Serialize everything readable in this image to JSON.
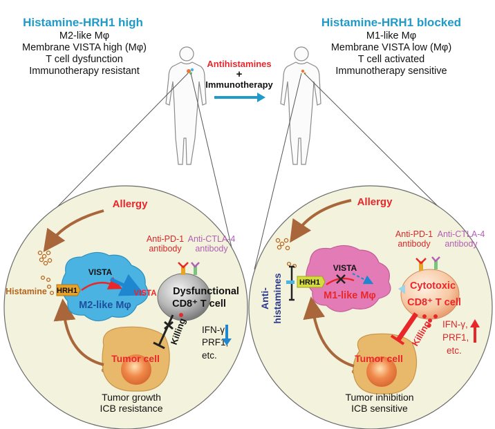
{
  "left_header": {
    "title": "Histamine-HRH1 high",
    "lines": [
      "M2-like Mφ",
      "Membrane VISTA high (Mφ)",
      "T cell dysfunction",
      "Immunotherapy resistant"
    ]
  },
  "right_header": {
    "title": "Histamine-HRH1 blocked",
    "lines": [
      "M1-like Mφ",
      "Membrane VISTA low (Mφ)",
      "T cell activated",
      "Immunotherapy sensitive"
    ]
  },
  "center": {
    "antihistamines": "Antihistamines",
    "plus": "+",
    "immunotherapy": "Immunotherapy"
  },
  "left_panel": {
    "allergy": "Allergy",
    "histamine": "Histamine",
    "hrh1": "HRH1",
    "vista_top": "VISTA",
    "vista_side": "VISTA",
    "macrophage": "M2-like Mφ",
    "anti_pd1": [
      "Anti-PD-1",
      "antibody"
    ],
    "anti_ctla4": [
      "Anti-CTLA-4",
      "antibody"
    ],
    "tcell": [
      "Dysfunctional",
      "CD8⁺ T cell"
    ],
    "killing": "Killing",
    "cytokines": [
      "IFN-γ,",
      "PRF1,",
      "etc."
    ],
    "tumor": "Tumor cell",
    "footer": [
      "Tumor growth",
      "ICB resistance"
    ]
  },
  "right_panel": {
    "allergy": "Allergy",
    "antihistamines": [
      "Anti-",
      "histamines"
    ],
    "hrh1": "HRH1",
    "vista": "VISTA",
    "macrophage": "M1-like Mφ",
    "anti_pd1": [
      "Anti-PD-1",
      "antibody"
    ],
    "anti_ctla4": [
      "Anti-CTLA-4",
      "antibody"
    ],
    "tcell": [
      "Cytotoxic",
      "CD8⁺ T cell"
    ],
    "killing": "Killing",
    "cytokines": [
      "IFN-γ,",
      "PRF1,",
      "etc."
    ],
    "tumor": "Tumor cell",
    "footer": [
      "Tumor inhibition",
      "ICB sensitive"
    ]
  },
  "colors": {
    "title_blue": "#1f9ac9",
    "allergy_red": "#e8272b",
    "panel_bg": "#f3f2dc",
    "m2_blue": "#4ab3e2",
    "m1_pink": "#e27bb6",
    "tumor_tan": "#e8b96a",
    "arrow_brown": "#a9663a"
  }
}
